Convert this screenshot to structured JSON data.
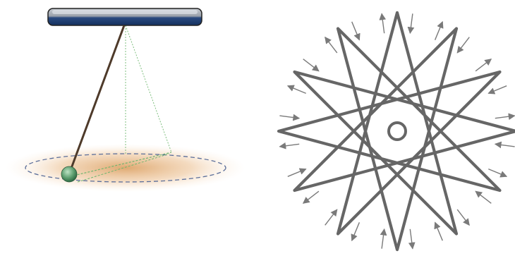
{
  "figure": {
    "panels": [
      {
        "id": "pendulum",
        "elements": [
          "support-bar",
          "pendulum-string",
          "pendulum-bob",
          "swing-plane-lines",
          "floor-ellipse"
        ]
      },
      {
        "id": "rosette",
        "elements": [
          "star-loop-path",
          "center-ring",
          "flow-arrows"
        ],
        "loop_count": 12
      }
    ]
  },
  "colors": {
    "bar_top": "#a9b0b8",
    "bar_bottom": "#1f3d6f",
    "string": "#5b4330",
    "bob": "#6aa97a",
    "guide_lines": "#7fbf7f",
    "ellipse_glow": "#e0a060",
    "ellipse_dash": "#5c6f9a",
    "star": "#676767",
    "arrow": "#7a7a7a"
  }
}
